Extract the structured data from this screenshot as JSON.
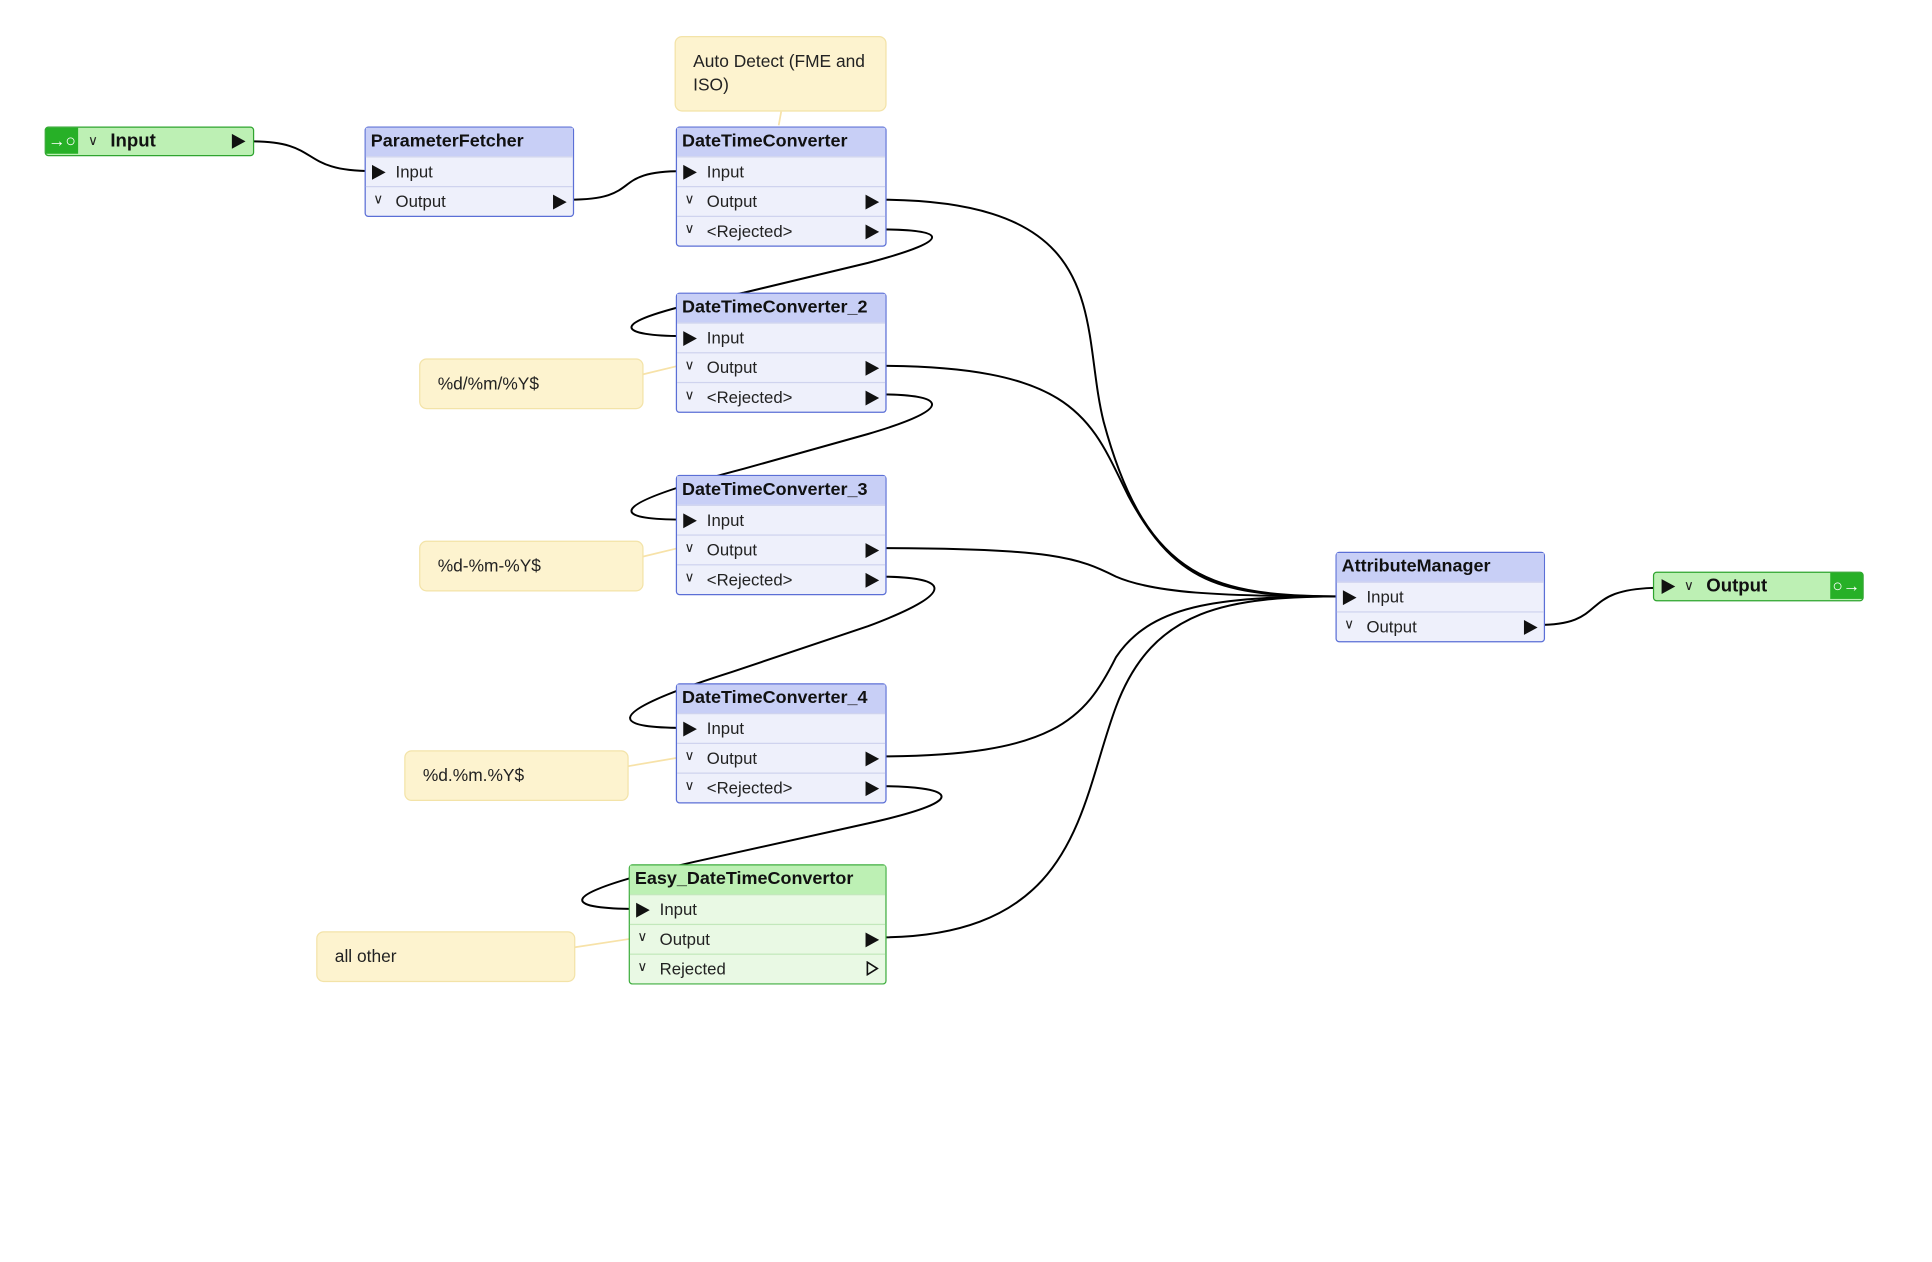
{
  "input_port": {
    "label": "Input"
  },
  "output_port": {
    "label": "Output"
  },
  "nodes": {
    "parameter_fetcher": {
      "title": "ParameterFetcher",
      "ports": {
        "input": "Input",
        "output": "Output"
      }
    },
    "dtc1": {
      "title": "DateTimeConverter",
      "ports": {
        "input": "Input",
        "output": "Output",
        "rejected": "<Rejected>"
      }
    },
    "dtc2": {
      "title": "DateTimeConverter_2",
      "ports": {
        "input": "Input",
        "output": "Output",
        "rejected": "<Rejected>"
      }
    },
    "dtc3": {
      "title": "DateTimeConverter_3",
      "ports": {
        "input": "Input",
        "output": "Output",
        "rejected": "<Rejected>"
      }
    },
    "dtc4": {
      "title": "DateTimeConverter_4",
      "ports": {
        "input": "Input",
        "output": "Output",
        "rejected": "<Rejected>"
      }
    },
    "easy": {
      "title": "Easy_DateTimeConvertor",
      "ports": {
        "input": "Input",
        "output": "Output",
        "rejected": "Rejected"
      }
    },
    "attribute_manager": {
      "title": "AttributeManager",
      "ports": {
        "input": "Input",
        "output": "Output"
      }
    }
  },
  "annotations": {
    "auto_detect": "Auto Detect (FME and ISO)",
    "fmt_slash": "%d/%m/%Y$",
    "fmt_dash": "%d-%m-%Y$",
    "fmt_dot": "%d.%m.%Y$",
    "all_other": "all other"
  },
  "colors": {
    "transformer_border": "#5b6fd6",
    "transformer_header": "#c8cff6",
    "custom_transformer_header": "#bdf0b4",
    "io_port": "#27b027",
    "annotation": "#fdf3cf"
  },
  "icons": {
    "input_port_icon": "connect-in-icon",
    "output_port_icon": "connect-out-icon"
  }
}
